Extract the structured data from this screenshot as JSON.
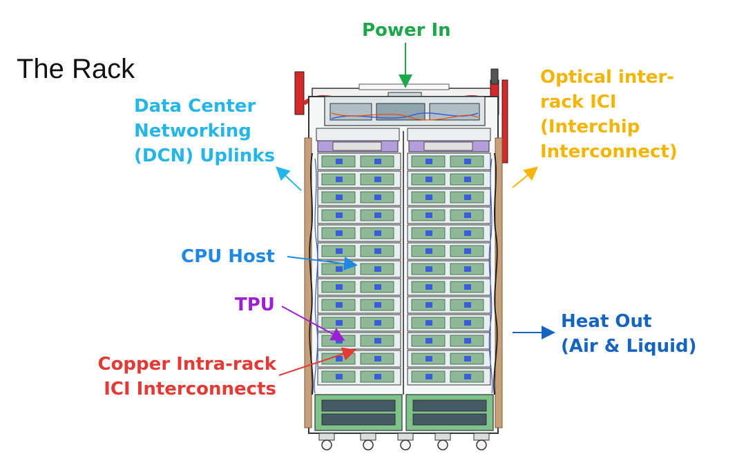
{
  "slide": {
    "title": "The Rack"
  },
  "labels": {
    "power_in": {
      "text": "Power In",
      "color": "#1da64a"
    },
    "dcn": {
      "lines": [
        "Data Center",
        "Networking",
        "(DCN) Uplinks"
      ],
      "color": "#25b6e8"
    },
    "optical": {
      "lines": [
        "Optical inter-",
        "rack ICI",
        "(Interchip",
        "Interconnect)"
      ],
      "color": "#f4b400"
    },
    "cpu_host": {
      "text": "CPU Host",
      "color": "#1e88e5"
    },
    "tpu": {
      "text": "TPU",
      "color": "#9c1fd6"
    },
    "copper": {
      "lines": [
        "Copper Intra-rack",
        "ICI Interconnects"
      ],
      "color": "#e53935"
    },
    "heat_out": {
      "lines": [
        "Heat Out",
        "(Air & Liquid)"
      ],
      "color": "#1565c0"
    }
  },
  "colors": {
    "rack_outline": "#333333",
    "power_cable": "#d62828",
    "side_rail": "#c9a07a",
    "tray_bg": "#e9eef0",
    "board_green": "#8fb996",
    "connector_blue": "#3b5bdb",
    "cable_black": "#222222",
    "switch_tray": "#7fc28a"
  }
}
